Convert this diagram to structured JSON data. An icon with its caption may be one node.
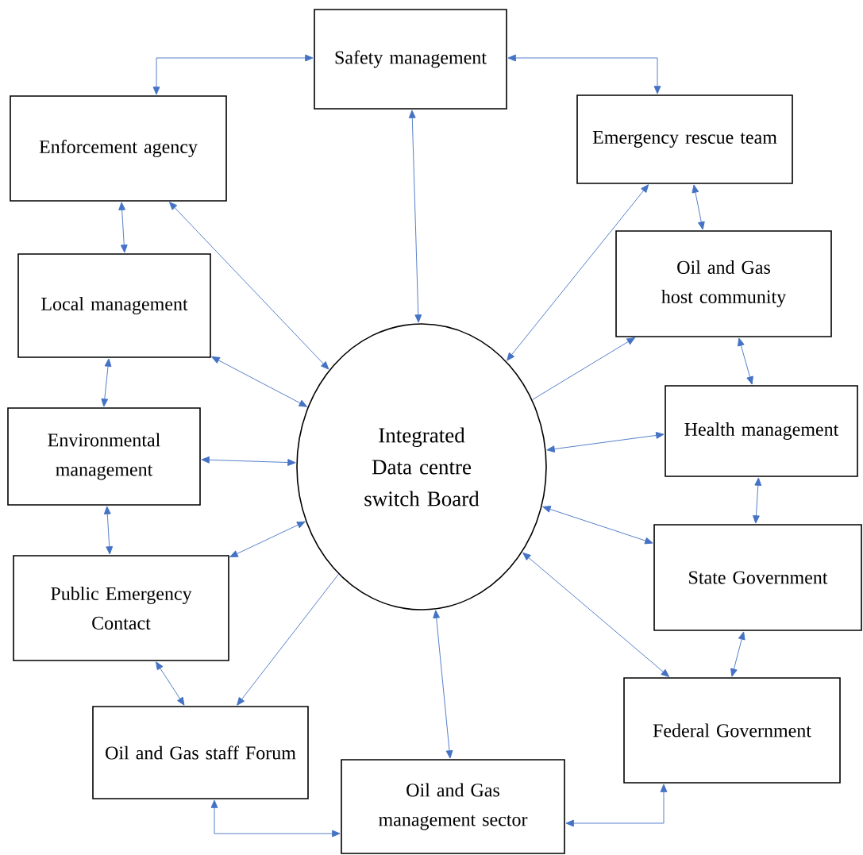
{
  "diagram": {
    "nodes": [
      {
        "text": [
          "Safety management"
        ]
      },
      {
        "text": [
          "Enforcement agency"
        ]
      },
      {
        "text": [
          "Emergency rescue team"
        ]
      },
      {
        "text": [
          "Local management"
        ]
      },
      {
        "text": [
          "Oil and Gas host community"
        ]
      },
      {
        "text": [
          "Environmental management"
        ]
      },
      {
        "text": [
          "Integrated Data centre switch Board"
        ]
      },
      {
        "text": [
          "Health management"
        ]
      },
      {
        "text": [
          "Public Emergency Contact"
        ]
      },
      {
        "text": [
          "State Government"
        ]
      },
      {
        "text": [
          "Federal Government"
        ]
      },
      {
        "text": [
          "Oil and Gas staff Forum"
        ]
      },
      {
        "text": [
          "Oil and Gas management sector"
        ]
      }
    ],
    "edges": [
      {
        "from": 0,
        "to": 1,
        "arrow": "both"
      },
      {
        "from": 0,
        "to": 2,
        "arrow": "both"
      },
      {
        "from": 1,
        "to": 6,
        "arrow": "both"
      },
      {
        "from": 0,
        "to": 6,
        "arrow": "both"
      },
      {
        "from": 2,
        "to": 6,
        "arrow": "both"
      },
      {
        "from": 1,
        "to": 3,
        "arrow": "both"
      },
      {
        "from": 2,
        "to": 4,
        "arrow": "both"
      },
      {
        "from": 3,
        "to": 6,
        "arrow": "both"
      },
      {
        "from": 6,
        "to": 4,
        "arrow": "to"
      },
      {
        "from": 3,
        "to": 5,
        "arrow": "both"
      },
      {
        "from": 4,
        "to": 7,
        "arrow": "both"
      },
      {
        "from": 5,
        "to": 6,
        "arrow": "both"
      },
      {
        "from": 6,
        "to": 7,
        "arrow": "both"
      },
      {
        "from": 5,
        "to": 8,
        "arrow": "both"
      },
      {
        "from": 7,
        "to": 9,
        "arrow": "both"
      },
      {
        "from": 8,
        "to": 6,
        "arrow": "both"
      },
      {
        "from": 6,
        "to": 9,
        "arrow": "both"
      },
      {
        "from": 9,
        "to": 10,
        "arrow": "both"
      },
      {
        "from": 8,
        "to": 11,
        "arrow": "both"
      },
      {
        "from": 6,
        "to": 11,
        "arrow": "to"
      },
      {
        "from": 6,
        "to": 12,
        "arrow": "both"
      },
      {
        "from": 6,
        "to": 10,
        "arrow": "both"
      },
      {
        "from": 11,
        "to": 12,
        "arrow": "both"
      },
      {
        "from": 12,
        "to": 10,
        "arrow": "both"
      }
    ]
  }
}
